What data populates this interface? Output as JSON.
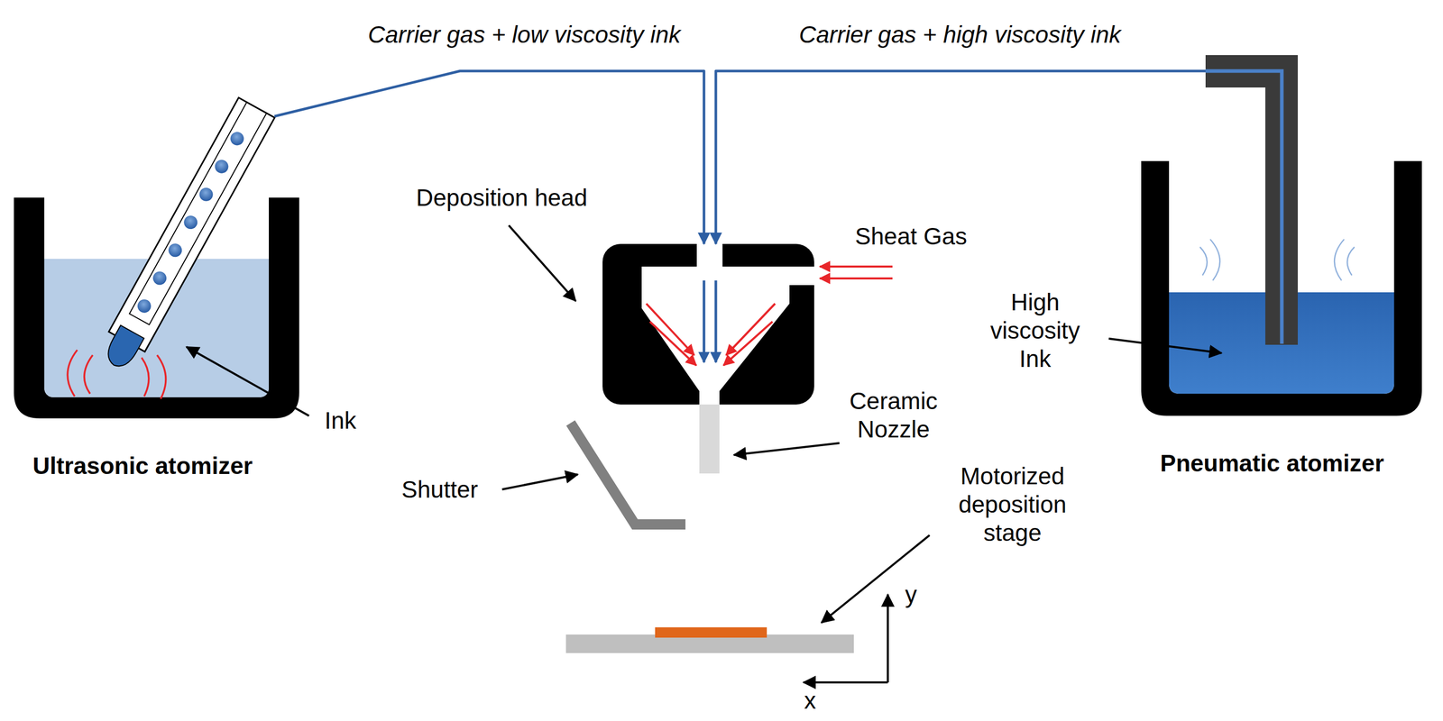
{
  "diagram": {
    "nodes": [
      {
        "text": [
          "Ultrasonic atomizer"
        ]
      },
      {
        "text": [
          "Pneumatic atomizer"
        ]
      },
      {
        "text": [
          "Deposition head"
        ]
      }
    ],
    "edges": [
      {
        "from": 0,
        "to": 2,
        "arrow": "to",
        "label": "Carrier gas + low viscosity ink"
      },
      {
        "from": 1,
        "to": 2,
        "arrow": "to",
        "label": "Carrier gas + high viscosity ink"
      }
    ],
    "labels": [
      "Sheat Gas",
      "Ink",
      "High viscosity Ink",
      "Ceramic Nozzle",
      "Shutter",
      "Motorized deposition stage",
      "y",
      "x"
    ]
  }
}
